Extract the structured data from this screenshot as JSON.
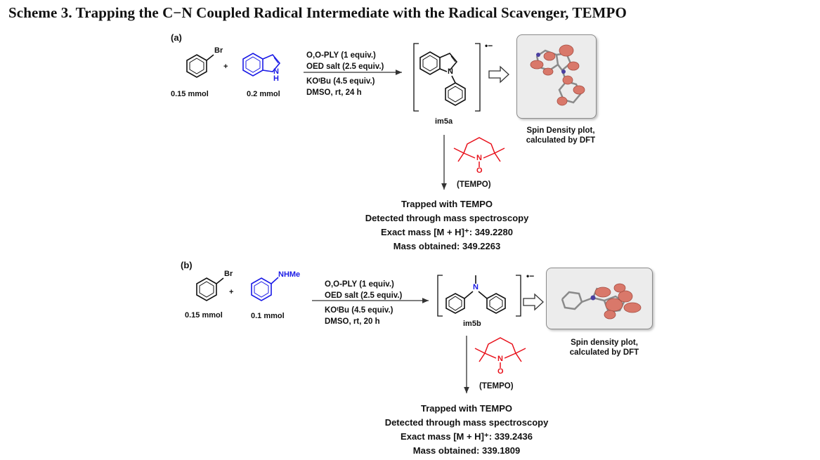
{
  "title": "Scheme 3. Trapping the C−N Coupled Radical Intermediate with the Radical Scavenger, TEMPO",
  "colors": {
    "accent_blue": "#1a1ae6",
    "tempo_red": "#e8101a",
    "spin_lobe": "#d9786a"
  },
  "panel_a": {
    "label": "(a)",
    "reagent1_sub": "Br",
    "plus": "+",
    "nh_label": "N\nH",
    "n_label": "N",
    "amt1": "0.15 mmol",
    "amt2": "0.2 mmol",
    "conditions": [
      "O,O-PLY (1 equiv.)",
      "OED salt (2.5 equiv.)",
      "KOᵗBu (4.5 equiv.)",
      "DMSO, rt, 24 h"
    ],
    "charge": "•−",
    "intermediate": "im5a",
    "dft_caption": [
      "Spin Density plot,",
      "calculated by DFT"
    ],
    "tempo_n": "N",
    "tempo_o": "O",
    "tempo_label": "(TEMPO)",
    "results": [
      "Trapped with TEMPO",
      "Detected through mass spectroscopy",
      "Exact mass [M + H]⁺: 349.2280",
      "Mass obtained: 349.2263"
    ]
  },
  "panel_b": {
    "label": "(b)",
    "reagent1_sub": "Br",
    "plus": "+",
    "reagent2_sub": "NHMe",
    "n_label": "N",
    "amt1": "0.15 mmol",
    "amt2": "0.1 mmol",
    "conditions": [
      "O,O-PLY (1 equiv.)",
      "OED salt (2.5 equiv.)",
      "KOᵗBu (4.5 equiv.)",
      "DMSO, rt, 20 h"
    ],
    "charge": "•−",
    "intermediate": "im5b",
    "dft_caption": [
      "Spin density plot,",
      "calculated by DFT"
    ],
    "tempo_n": "N",
    "tempo_o": "O",
    "tempo_label": "(TEMPO)",
    "results": [
      "Trapped with TEMPO",
      "Detected through mass spectroscopy",
      "Exact mass [M + H]⁺: 339.2436",
      "Mass obtained: 339.1809"
    ]
  }
}
